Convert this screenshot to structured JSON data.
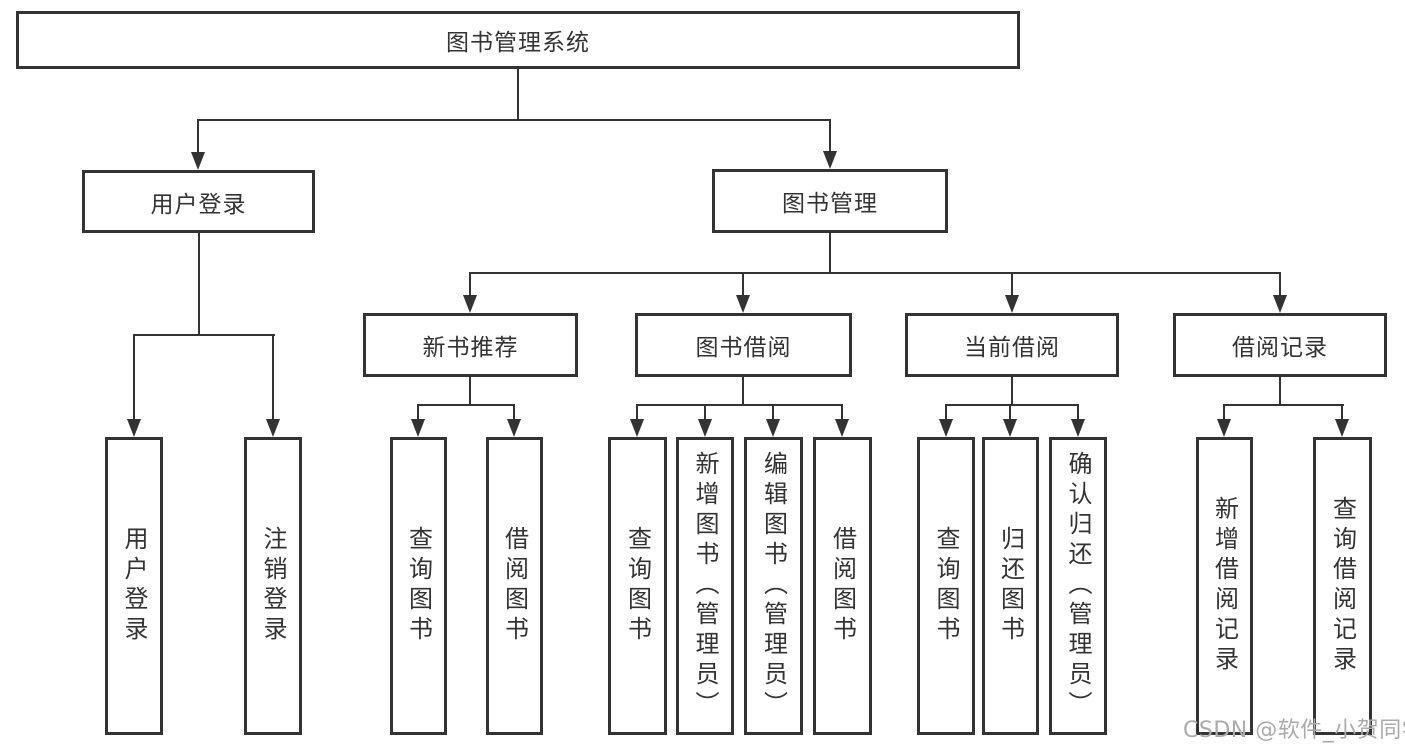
{
  "root": {
    "label": "图书管理系统"
  },
  "level2": [
    {
      "label": "用户登录"
    },
    {
      "label": "图书管理"
    }
  ],
  "level3": [
    {
      "label": "新书推荐"
    },
    {
      "label": "图书借阅"
    },
    {
      "label": "当前借阅"
    },
    {
      "label": "借阅记录"
    }
  ],
  "leaves": [
    {
      "label": "用户登录"
    },
    {
      "label": "注销登录"
    },
    {
      "label": "查询图书"
    },
    {
      "label": "借阅图书"
    },
    {
      "label": "查询图书"
    },
    {
      "label": "新增图书（管理员）"
    },
    {
      "label": "编辑图书（管理员）"
    },
    {
      "label": "借阅图书"
    },
    {
      "label": "查询图书"
    },
    {
      "label": "归还图书"
    },
    {
      "label": "确认归还（管理员）"
    },
    {
      "label": "新增借阅记录"
    },
    {
      "label": "查询借阅记录"
    }
  ],
  "watermark": "CSDN @软件_小贺同学",
  "colors": {
    "line": "#333333",
    "text": "#333333",
    "watermark": "#ababab",
    "background": "#ffffff"
  }
}
